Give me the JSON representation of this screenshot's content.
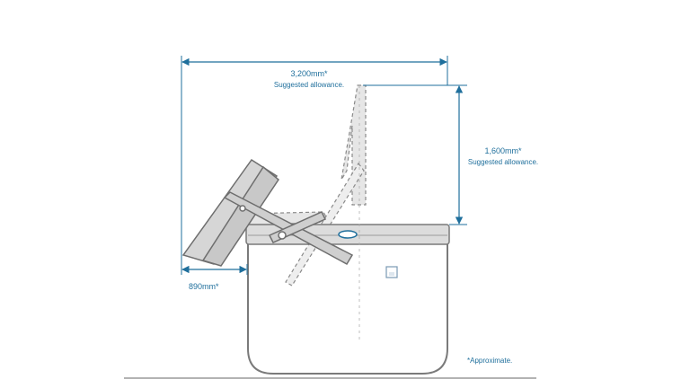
{
  "dimensions": {
    "width": {
      "value": "3,200mm*",
      "note": "Suggested allowance."
    },
    "height": {
      "value": "1,600mm*",
      "note": "Suggested allowance."
    },
    "depth": {
      "value": "890mm*"
    }
  },
  "footnote": "*Approximate.",
  "colors": {
    "dimension_line": "#1f6f9c",
    "outline": "#7a7a7a",
    "lid_fill": "#dcdcdc",
    "handle_fill": "#c9c9c9",
    "ghost_fill": "#e6e6e6",
    "ground": "#9a9a9a"
  },
  "icons": [
    "arrow-head-icon",
    "badge-icon"
  ]
}
